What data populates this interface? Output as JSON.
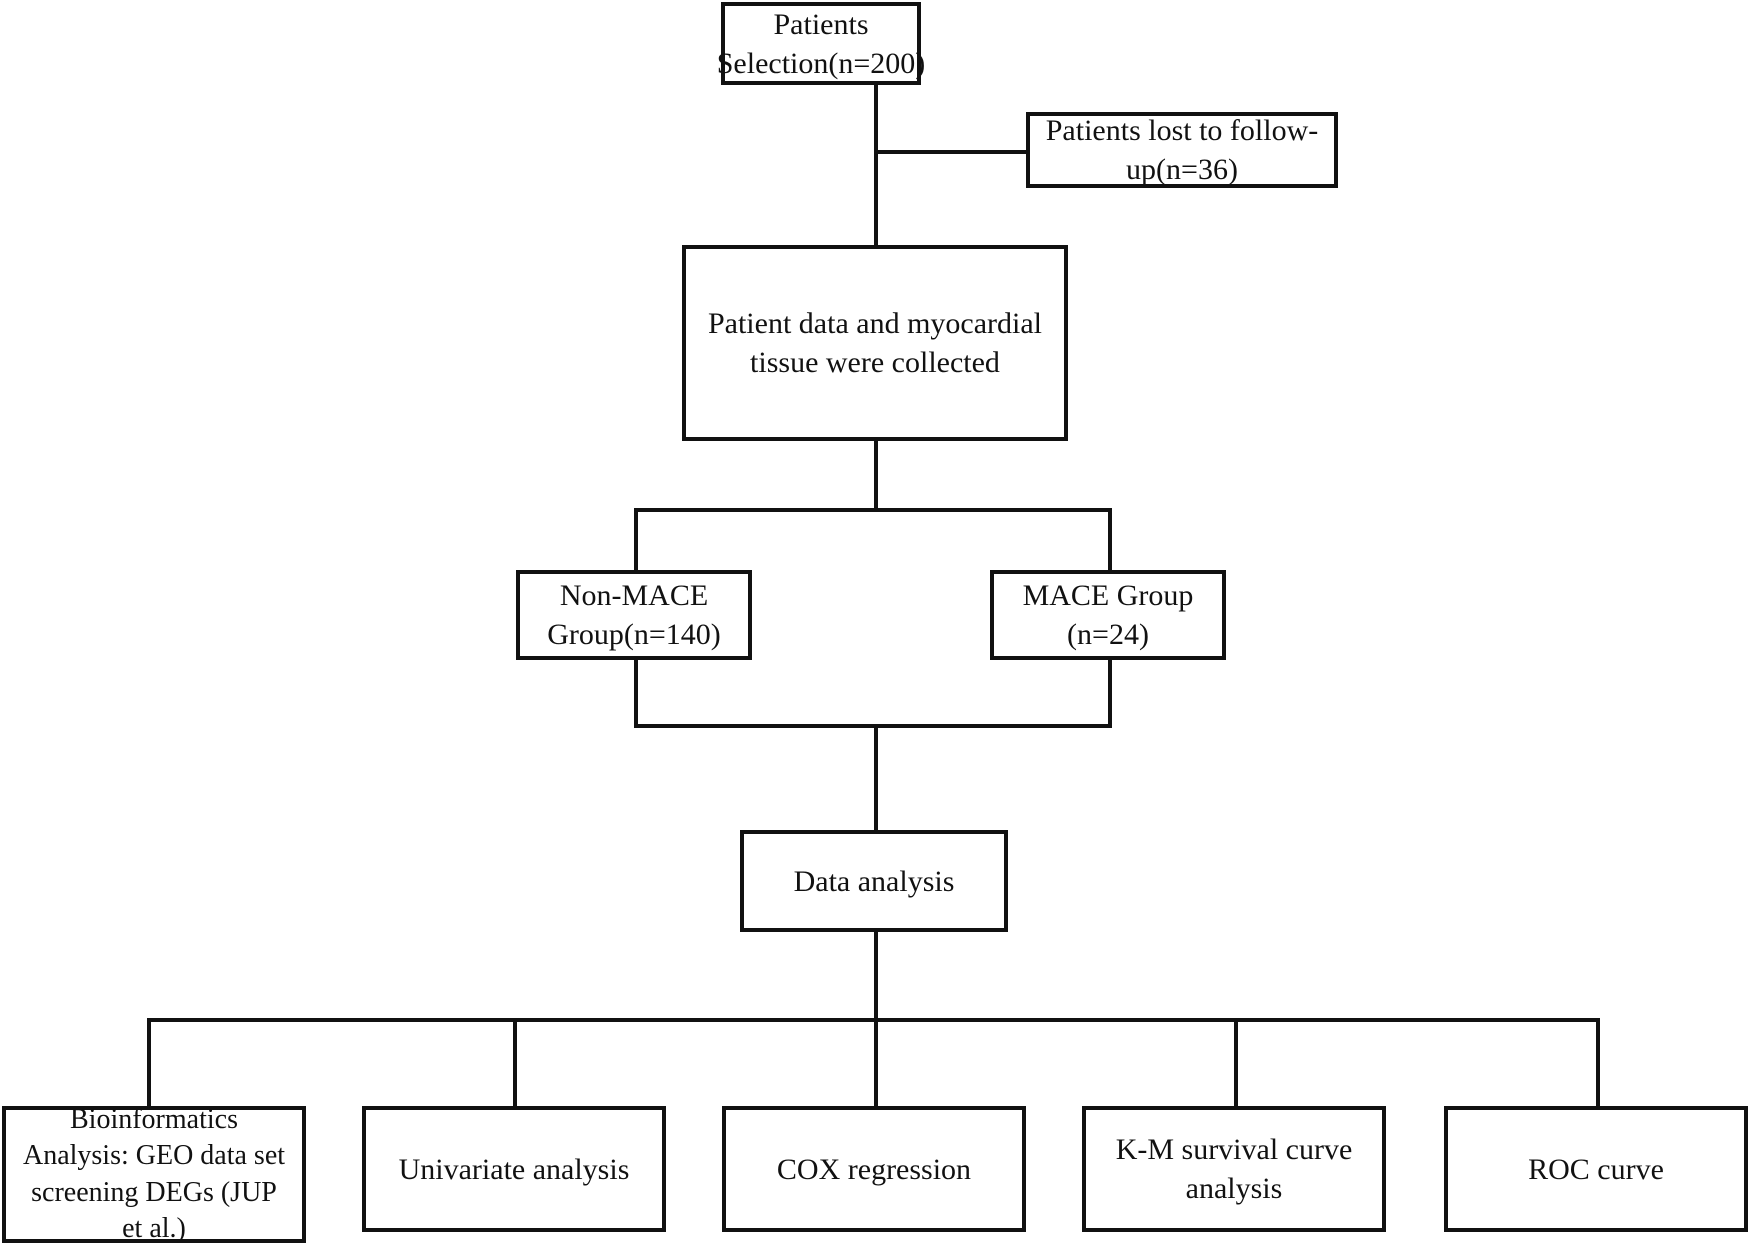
{
  "diagram": {
    "title": "Patient selection and analysis flowchart",
    "line_color": "#111111",
    "box_border_color": "#111111",
    "background_color": "#ffffff",
    "nodes": [
      {
        "id": "patients-selection",
        "label": "Patients\nSelection(n=200)",
        "n": 200
      },
      {
        "id": "patients-lost",
        "label": "Patients lost to follow-\nup(n=36)",
        "n": 36
      },
      {
        "id": "data-collected",
        "label": "Patient data and myocardial\ntissue were collected",
        "n": null
      },
      {
        "id": "non-mace-group",
        "label": "Non-MACE\nGroup(n=140)",
        "n": 140
      },
      {
        "id": "mace-group",
        "label": "MACE Group\n(n=24)",
        "n": 24
      },
      {
        "id": "data-analysis",
        "label": "Data analysis",
        "n": null
      },
      {
        "id": "bioinformatics-analysis",
        "label": "Bioinformatics\nAnalysis: GEO data set\nscreening DEGs (JUP\net al.)",
        "n": null
      },
      {
        "id": "univariate-analysis",
        "label": "Univariate analysis",
        "n": null
      },
      {
        "id": "cox-regression",
        "label": "COX regression",
        "n": null
      },
      {
        "id": "km-survival-curve",
        "label": "K-M survival curve\nanalysis",
        "n": null
      },
      {
        "id": "roc-curve",
        "label": "ROC curve",
        "n": null
      }
    ]
  }
}
